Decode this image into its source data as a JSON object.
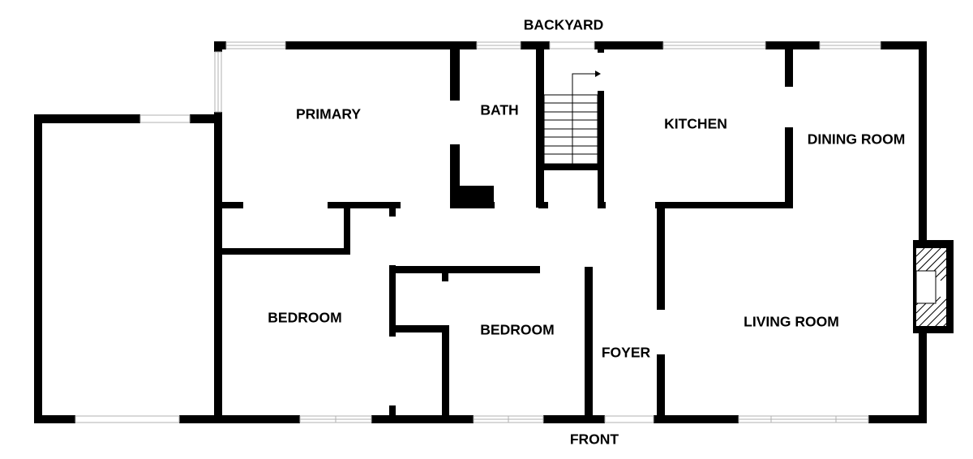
{
  "colors": {
    "wall": "#000000",
    "background": "#ffffff",
    "window": "#b0b0b0"
  },
  "labels": {
    "backyard": "BACKYARD",
    "front": "FRONT",
    "primary": "PRIMARY",
    "bath": "BATH",
    "kitchen": "KITCHEN",
    "dining_room": "DINING ROOM",
    "bedroom_left": "BEDROOM",
    "bedroom_center": "BEDROOM",
    "foyer": "FOYER",
    "living_room": "LIVING ROOM"
  }
}
